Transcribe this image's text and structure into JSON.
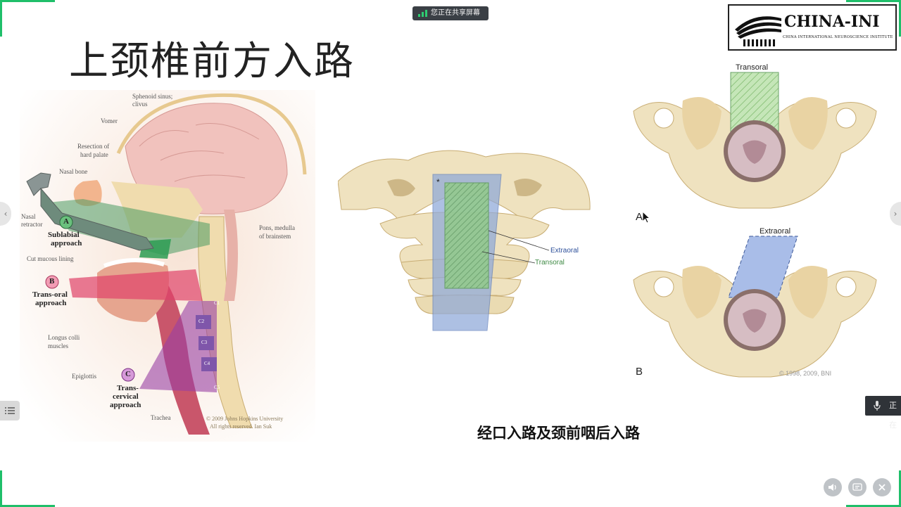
{
  "share_status": "您正在共享屏幕",
  "slide": {
    "title": "上颈椎前方入路",
    "caption": "经口入路及颈前咽后入路",
    "logo": {
      "name": "CHINA-INI",
      "subtitle": "CHINA INTERNATIONAL NEUROSCIENCE INSTITUTE"
    },
    "left_figure": {
      "labels": {
        "sphenoid": "Sphenoid sinus;",
        "clivus": "clivus",
        "vomer": "Vomer",
        "resection1": "Resection of",
        "resection2": "hard palate",
        "nasal_bone": "Nasal bone",
        "nasal_retractor1": "Nasal",
        "nasal_retractor2": "retractor",
        "pons1": "Pons, medulla",
        "pons2": "of brainstem",
        "mucous": "Cut mucous lining",
        "longus1": "Longus colli",
        "longus2": "muscles",
        "epiglottis": "Epiglottis",
        "trachea": "Trachea"
      },
      "approaches": {
        "a_letter": "A",
        "a_name1": "Sublabial",
        "a_name2": "approach",
        "b_letter": "B",
        "b_name1": "Trans-oral",
        "b_name2": "approach",
        "c_letter": "C",
        "c_name1": "Trans-",
        "c_name2": "cervical",
        "c_name3": "approach"
      },
      "vertebra_labels": [
        "C1",
        "C2",
        "C3",
        "C4",
        "C5"
      ],
      "copyright1": "© 2009 Johns Hopkins University",
      "copyright2": "All rights reserved. Ian Suk"
    },
    "middle_figure": {
      "star": "*",
      "extraoral": "Extraoral",
      "transoral": "Transoral"
    },
    "right_figure": {
      "top_label": "Transoral",
      "bottom_label": "Extraoral",
      "panel_a": "A",
      "panel_b": "B",
      "copyright": "© 1998, 2009, BNI"
    }
  },
  "meeting_ui": {
    "mic_text": "正在",
    "left_arrow": "‹",
    "right_arrow": "›",
    "sound_button": "speaker-icon",
    "chat_button": "chat-icon",
    "close_button": "close-icon"
  },
  "colors": {
    "accent_green": "#1fbf6a",
    "bone": "#efe2bf",
    "transoral_green": "#93c98e",
    "extraoral_blue": "#8ea8d9"
  }
}
